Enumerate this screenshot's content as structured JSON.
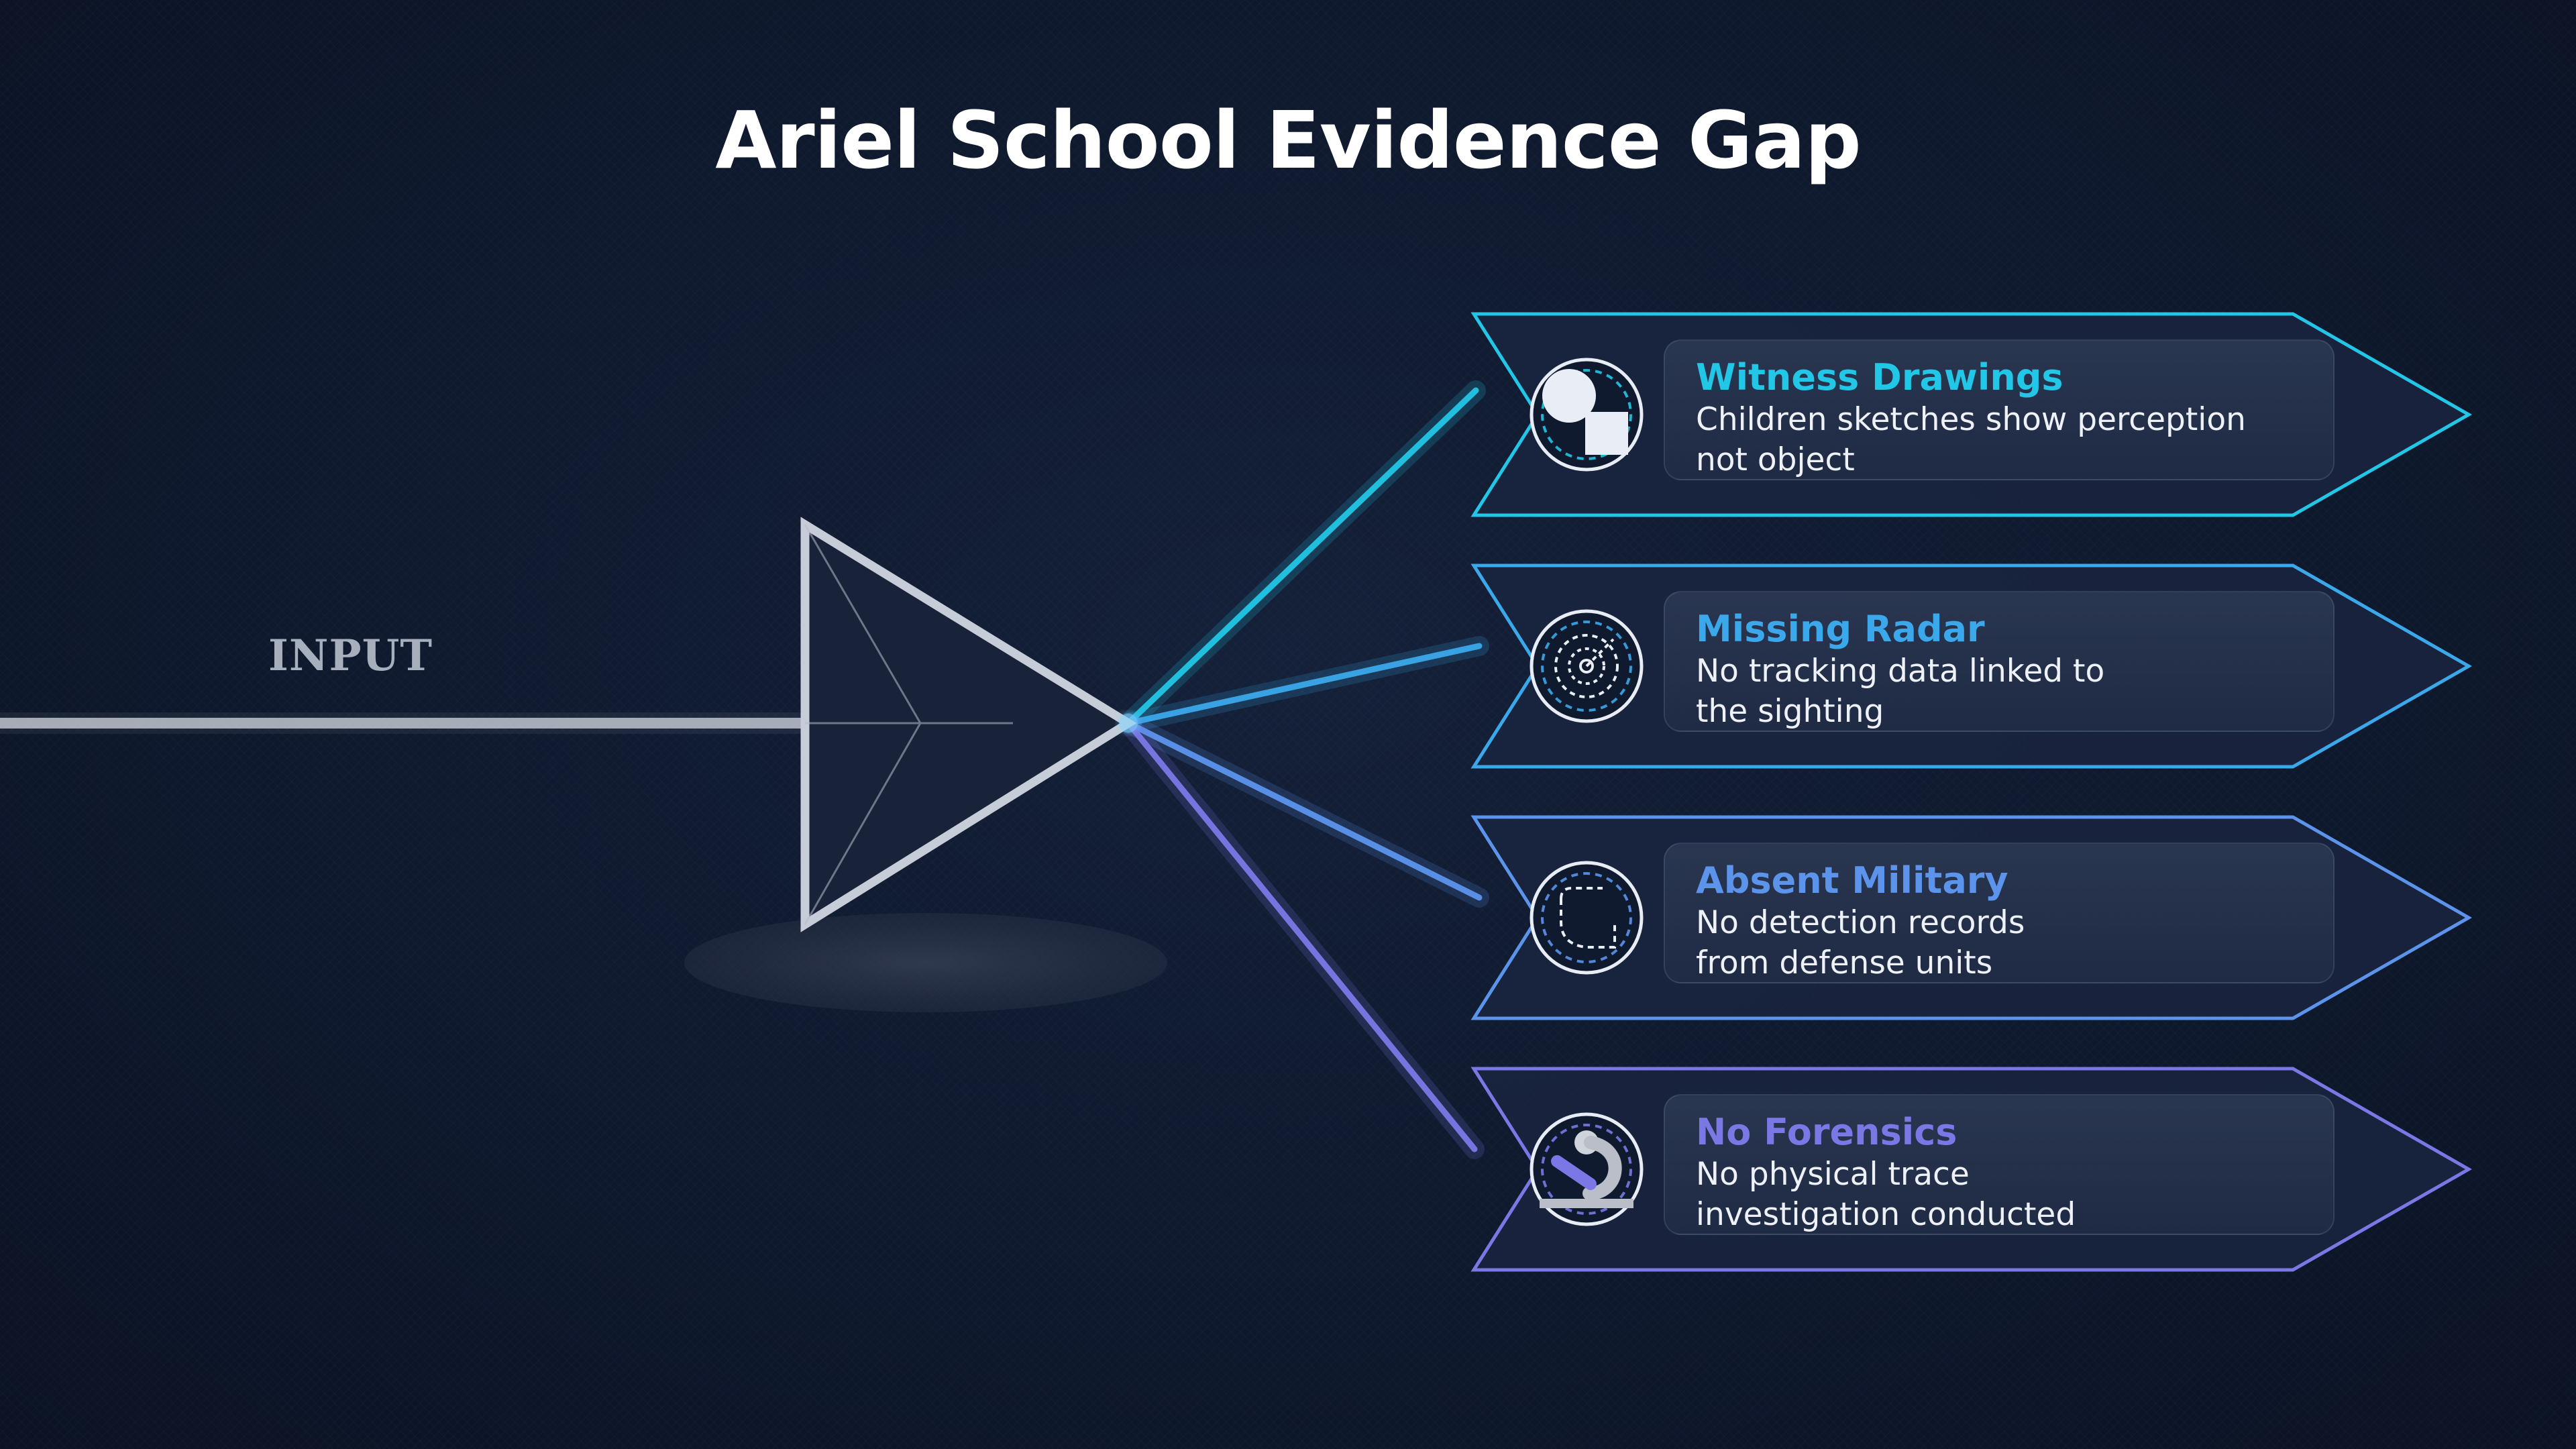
{
  "title": "Ariel School Evidence Gap",
  "input_label": "INPUT",
  "colors": {
    "background": "#0f1a2f",
    "prism_stroke": "#c7cdd8",
    "input_beam": "#c9ced6"
  },
  "outputs": [
    {
      "title": "Witness Drawings",
      "description": "Children sketches show perception\nnot object",
      "icon": "shapes-icon",
      "color": "#22c6e6"
    },
    {
      "title": "Missing Radar",
      "description": "No tracking data linked to\nthe sighting",
      "icon": "radar-icon",
      "color": "#3aa8ea"
    },
    {
      "title": "Absent Military",
      "description": "No detection records\nfrom defense units",
      "icon": "shield-icon",
      "color": "#5c94ec"
    },
    {
      "title": "No Forensics",
      "description": "No physical trace\ninvestigation conducted",
      "icon": "microscope-icon",
      "color": "#7b78e6"
    }
  ]
}
